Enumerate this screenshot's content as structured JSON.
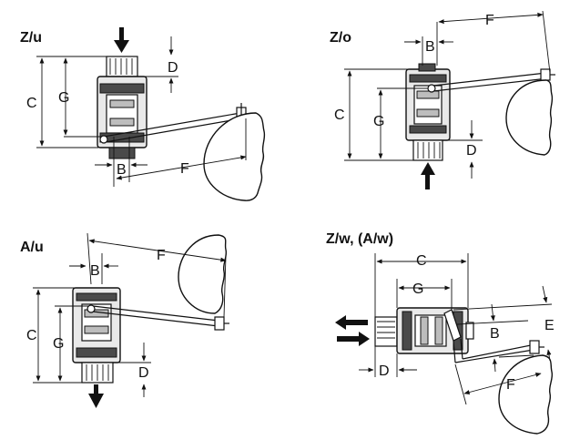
{
  "panels": [
    {
      "title": "Z/u",
      "labels": {
        "C": "C",
        "G": "G",
        "D": "D",
        "B": "B",
        "F": "F"
      }
    },
    {
      "title": "Z/o",
      "labels": {
        "C": "C",
        "G": "G",
        "D": "D",
        "B": "B",
        "F": "F"
      }
    },
    {
      "title": "A/u",
      "labels": {
        "C": "C",
        "G": "G",
        "D": "D",
        "B": "B",
        "F": "F"
      }
    },
    {
      "title": "Z/w, (A/w)",
      "labels": {
        "C": "C",
        "G": "G",
        "D": "D",
        "B": "B",
        "F": "F",
        "E": "E"
      }
    }
  ],
  "colors": {
    "line": "#111111",
    "body_fill": "#e9e9e9",
    "dark_fill": "#4a4a4a"
  }
}
